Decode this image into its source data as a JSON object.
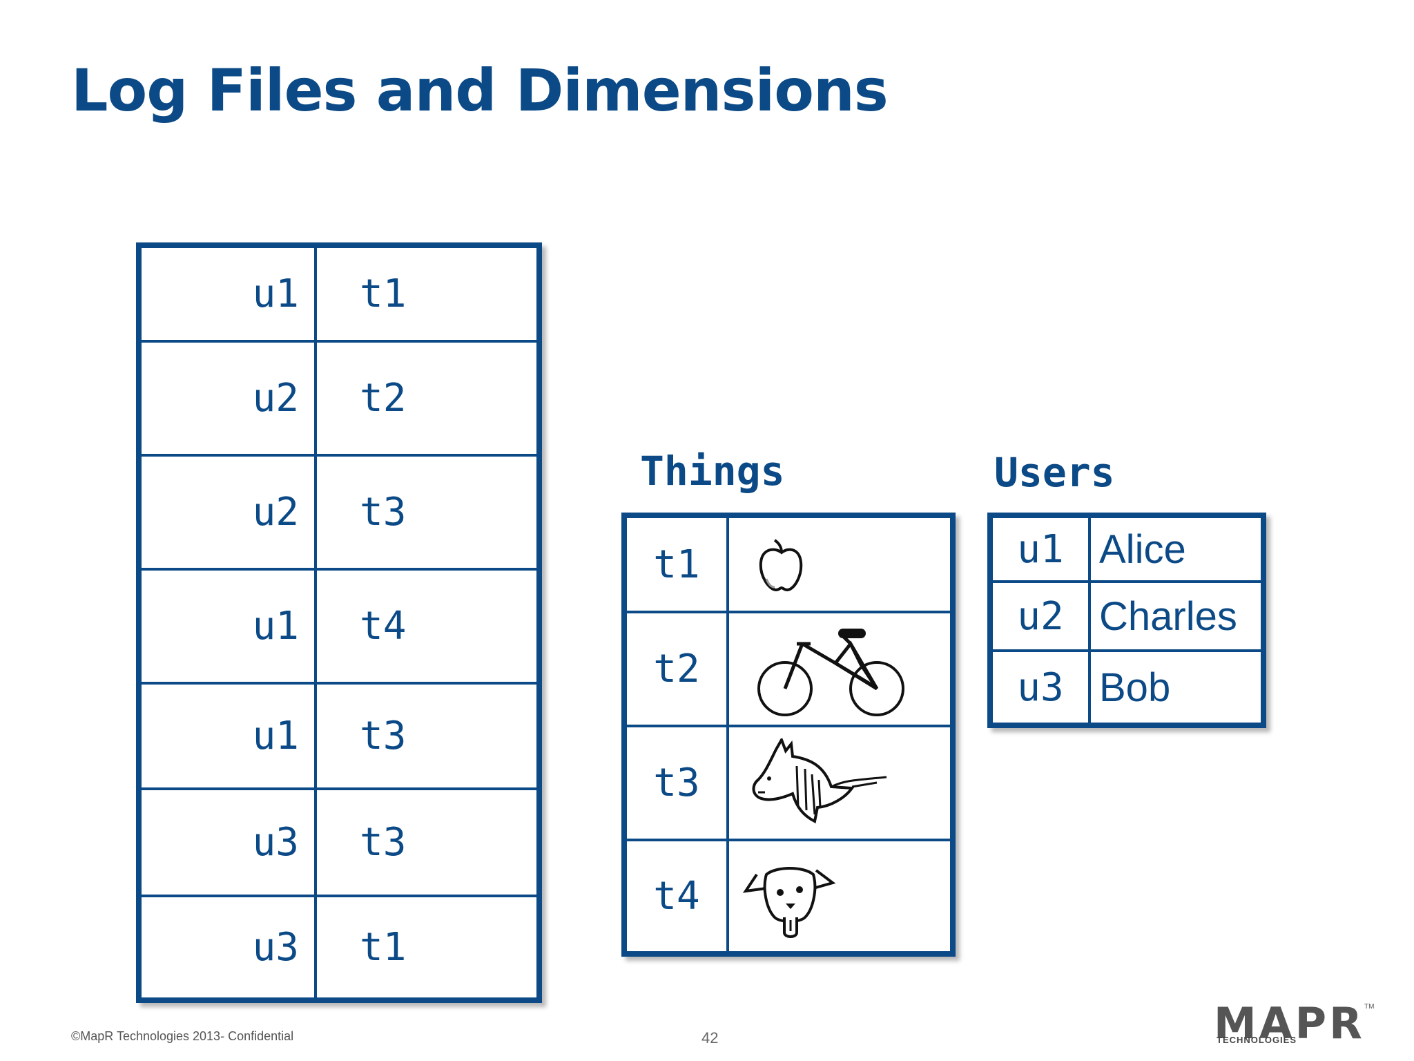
{
  "slide": {
    "title": "Log Files and Dimensions",
    "footer_copyright": "©MapR Technologies 2013- Confidential",
    "page_number": "42"
  },
  "log": {
    "rows": [
      {
        "user": "u1",
        "thing": "t1"
      },
      {
        "user": "u2",
        "thing": "t2"
      },
      {
        "user": "u2",
        "thing": "t3"
      },
      {
        "user": "u1",
        "thing": "t4"
      },
      {
        "user": "u1",
        "thing": "t3"
      },
      {
        "user": "u3",
        "thing": "t3"
      },
      {
        "user": "u3",
        "thing": "t1"
      }
    ]
  },
  "things": {
    "heading": "Things",
    "rows": [
      {
        "id": "t1",
        "icon": "apple-icon"
      },
      {
        "id": "t2",
        "icon": "bicycle-icon"
      },
      {
        "id": "t3",
        "icon": "horse-icon"
      },
      {
        "id": "t4",
        "icon": "dog-icon"
      }
    ]
  },
  "users": {
    "heading": "Users",
    "rows": [
      {
        "id": "u1",
        "name": "Alice"
      },
      {
        "id": "u2",
        "name": "Charles"
      },
      {
        "id": "u3",
        "name": "Bob"
      }
    ]
  },
  "logo": {
    "main": "MAPR",
    "sub": "TECHNOLOGIES",
    "tm": "TM"
  },
  "colors": {
    "accent": "#0b4a86"
  }
}
